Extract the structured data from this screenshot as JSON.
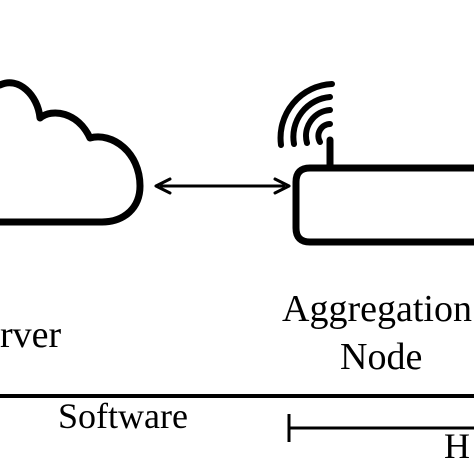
{
  "nodes": {
    "server": {
      "label": "rver",
      "icon": "cloud-icon"
    },
    "aggregation_node": {
      "label_line1": "Aggregation",
      "label_line2": "Node",
      "icon": "router-icon"
    }
  },
  "connection": {
    "type": "bidirectional-arrow"
  },
  "layers": {
    "software": {
      "label": "Software"
    },
    "hardware": {
      "label": "H"
    }
  },
  "colors": {
    "stroke": "#000000",
    "background": "#ffffff"
  }
}
